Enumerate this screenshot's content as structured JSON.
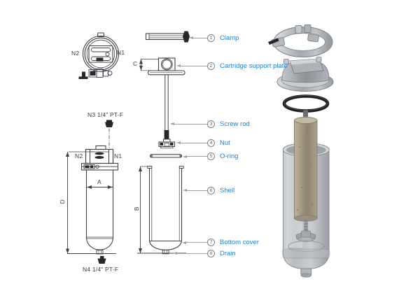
{
  "figure": {
    "type": "filter-housing-exploded-parts-diagram",
    "callouts": [
      {
        "num": "1",
        "label": "Clamp"
      },
      {
        "num": "2",
        "label": "Cartridge support plate"
      },
      {
        "num": "3",
        "label": "Screw rod"
      },
      {
        "num": "4",
        "label": "Nut"
      },
      {
        "num": "5",
        "label": "O-ring"
      },
      {
        "num": "6",
        "label": "Shell"
      },
      {
        "num": "7",
        "label": "Bottom cover"
      },
      {
        "num": "8",
        "label": "Drain"
      }
    ],
    "annotations": {
      "top_view_n2": "N2",
      "top_view_n1": "N1",
      "front_view_n2": "N2",
      "front_view_n1": "N1",
      "n3_port": "N3 1/4\" PT-F",
      "n4_port": "N4 1/4\" PT-F",
      "dim_a": "A",
      "dim_b": "B",
      "dim_c": "C",
      "dim_d": "D"
    },
    "colors": {
      "label_blue": "#1b82d9",
      "line_dark": "#3f3f46",
      "leader_gray": "#9aa0a6",
      "cartridge_tan": "#a79e88",
      "metal_gray": "#b9bdc2",
      "oring_black": "#1f1f1f"
    }
  }
}
